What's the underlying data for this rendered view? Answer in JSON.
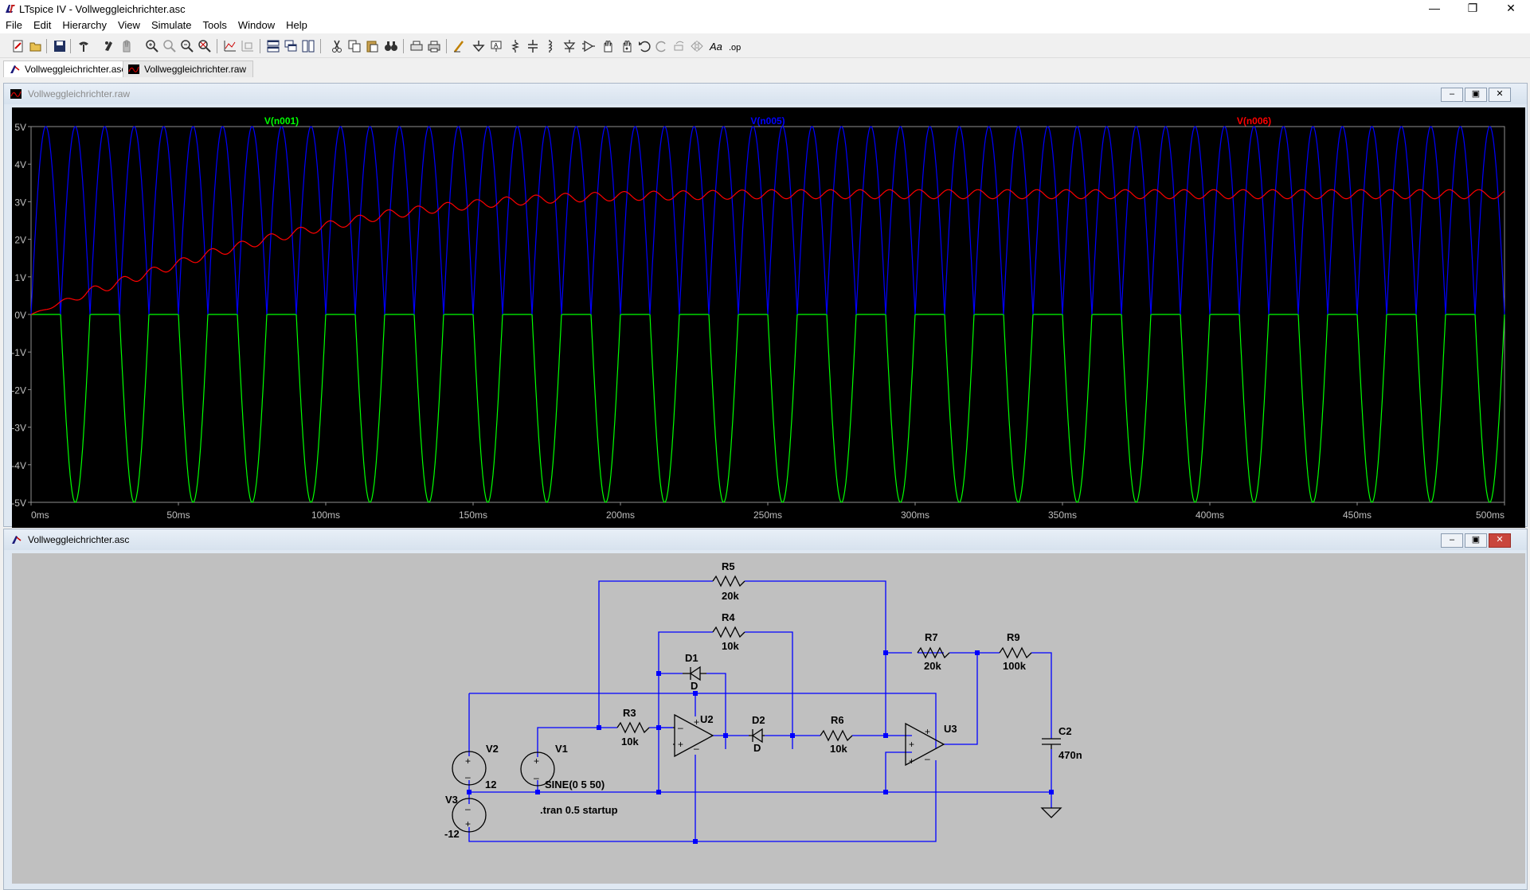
{
  "window": {
    "title": "LTspice IV - Vollweggleichrichter.asc",
    "icons": {
      "app": "ltspice-icon",
      "minimize": "minimize-icon",
      "restore": "restore-icon",
      "close": "close-icon"
    }
  },
  "menu": [
    "File",
    "Edit",
    "Hierarchy",
    "View",
    "Simulate",
    "Tools",
    "Window",
    "Help"
  ],
  "toolbar": [
    "new-schematic-icon",
    "open-icon",
    "save-icon",
    "control-panel-icon",
    "run-icon",
    "halt-icon",
    "zoom-in-icon",
    "zoom-pan-icon",
    "zoom-out-icon",
    "zoom-fit-icon",
    "autorange-icon",
    "mark-unused-icon",
    "tile-horizontal-icon",
    "cascade-icon",
    "tile-vertical-icon",
    "cut-icon",
    "copy-icon",
    "paste-icon",
    "find-icon",
    "print-setup-icon",
    "print-icon",
    "draw-wire-icon",
    "ground-icon",
    "label-net-icon",
    "place-resistor-icon",
    "place-capacitor-icon",
    "place-inductor-icon",
    "place-diode-icon",
    "place-component-icon",
    "move-icon",
    "drag-icon",
    "undo-icon",
    "redo-icon",
    "rotate-icon",
    "mirror-icon",
    "text-icon",
    "spice-directive-icon"
  ],
  "tabs": [
    {
      "label": "Vollweggleichrichter.asc",
      "icon": "schematic-tab-icon"
    },
    {
      "label": "Vollweggleichrichter.raw",
      "icon": "waveform-tab-icon"
    }
  ],
  "plot_window": {
    "title": "Vollweggleichrichter.raw",
    "icon": "waveform-icon"
  },
  "schematic_window": {
    "title": "Vollweggleichrichter.asc",
    "icon": "schematic-icon"
  },
  "chart_data": {
    "type": "line",
    "xlabel": "",
    "ylabel": "",
    "xlim": [
      0,
      500
    ],
    "ylim": [
      -5,
      5
    ],
    "x_ticks": [
      "0ms",
      "50ms",
      "100ms",
      "150ms",
      "200ms",
      "250ms",
      "300ms",
      "350ms",
      "400ms",
      "450ms",
      "500ms"
    ],
    "y_ticks": [
      "5V",
      "4V",
      "3V",
      "2V",
      "1V",
      "0V",
      "-1V",
      "-2V",
      "-3V",
      "-4V",
      "-5V"
    ],
    "series": [
      {
        "name": "V(n001)",
        "color": "#00ff00",
        "description_formula": "-5*|sin(2*pi*50*t)| half cycles",
        "frequency_hz": 50,
        "amplitude": 5,
        "shape": "negative-half-wave"
      },
      {
        "name": "V(n005)",
        "color": "#0000ff",
        "frequency_hz": 50,
        "amplitude": 5,
        "shape": "full-wave-rectified"
      },
      {
        "name": "V(n006)",
        "color": "#ff0000",
        "shape": "rc-charging-ripple",
        "points": [
          [
            0,
            0
          ],
          [
            20,
            0.6
          ],
          [
            40,
            1.1
          ],
          [
            60,
            1.6
          ],
          [
            80,
            2.0
          ],
          [
            100,
            2.35
          ],
          [
            120,
            2.65
          ],
          [
            140,
            2.85
          ],
          [
            160,
            3.0
          ],
          [
            180,
            3.1
          ],
          [
            200,
            3.15
          ],
          [
            250,
            3.2
          ],
          [
            300,
            3.2
          ],
          [
            350,
            3.2
          ],
          [
            400,
            3.2
          ],
          [
            450,
            3.2
          ],
          [
            500,
            3.2
          ]
        ],
        "ripple": 0.12
      }
    ],
    "grid": false,
    "legend": "top"
  },
  "schematic": {
    "components": [
      {
        "ref": "R5",
        "value": "20k"
      },
      {
        "ref": "R4",
        "value": "10k"
      },
      {
        "ref": "D1",
        "value": "D"
      },
      {
        "ref": "R3",
        "value": "10k"
      },
      {
        "ref": "U2",
        "value": ""
      },
      {
        "ref": "D2",
        "value": "D"
      },
      {
        "ref": "R6",
        "value": "10k"
      },
      {
        "ref": "U3",
        "value": ""
      },
      {
        "ref": "R7",
        "value": "20k"
      },
      {
        "ref": "R9",
        "value": "100k"
      },
      {
        "ref": "C2",
        "value": "470n"
      },
      {
        "ref": "V2",
        "value": "12"
      },
      {
        "ref": "V1",
        "value": "SINE(0 5 50)"
      },
      {
        "ref": "V3",
        "value": "-12"
      }
    ],
    "directive": ".tran 0.5 startup",
    "colors": {
      "wire": "#0000ff",
      "component": "#000000",
      "background": "#c0c0c0"
    }
  }
}
